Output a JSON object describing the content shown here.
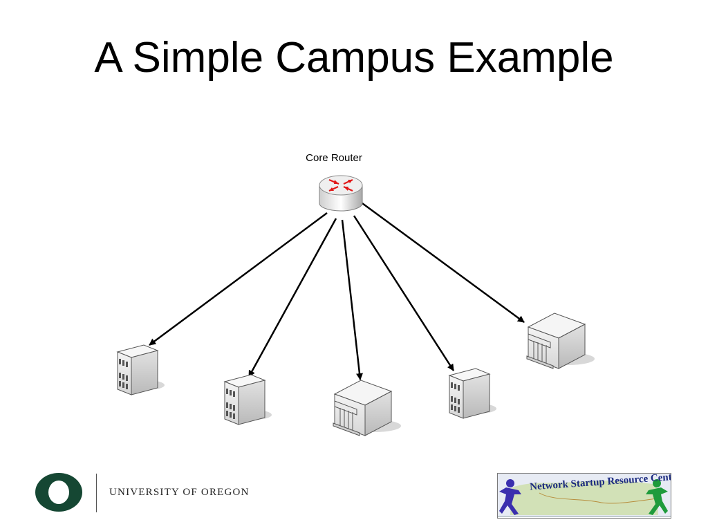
{
  "slide": {
    "title": "A Simple Campus Example"
  },
  "diagram": {
    "core_router": {
      "label": "Core Router",
      "icon": "router-icon"
    },
    "nodes": [
      {
        "name": "building-1",
        "icon": "small-building-icon"
      },
      {
        "name": "building-2",
        "icon": "small-building-icon"
      },
      {
        "name": "building-3",
        "icon": "large-building-icon"
      },
      {
        "name": "building-4",
        "icon": "small-building-icon"
      },
      {
        "name": "building-5",
        "icon": "large-building-icon"
      }
    ],
    "links": [
      {
        "from": "core_router",
        "to": "building-1"
      },
      {
        "from": "core_router",
        "to": "building-2"
      },
      {
        "from": "core_router",
        "to": "building-3"
      },
      {
        "from": "core_router",
        "to": "building-4"
      },
      {
        "from": "core_router",
        "to": "building-5"
      }
    ]
  },
  "footer": {
    "university_name": "UNIVERSITY OF OREGON",
    "university_logo": "oregon-o-logo",
    "partner_logo_text": "Network Startup Resource Center",
    "colors": {
      "oregon_green": "#154733",
      "nsrc_blue": "#1b2a80"
    }
  }
}
